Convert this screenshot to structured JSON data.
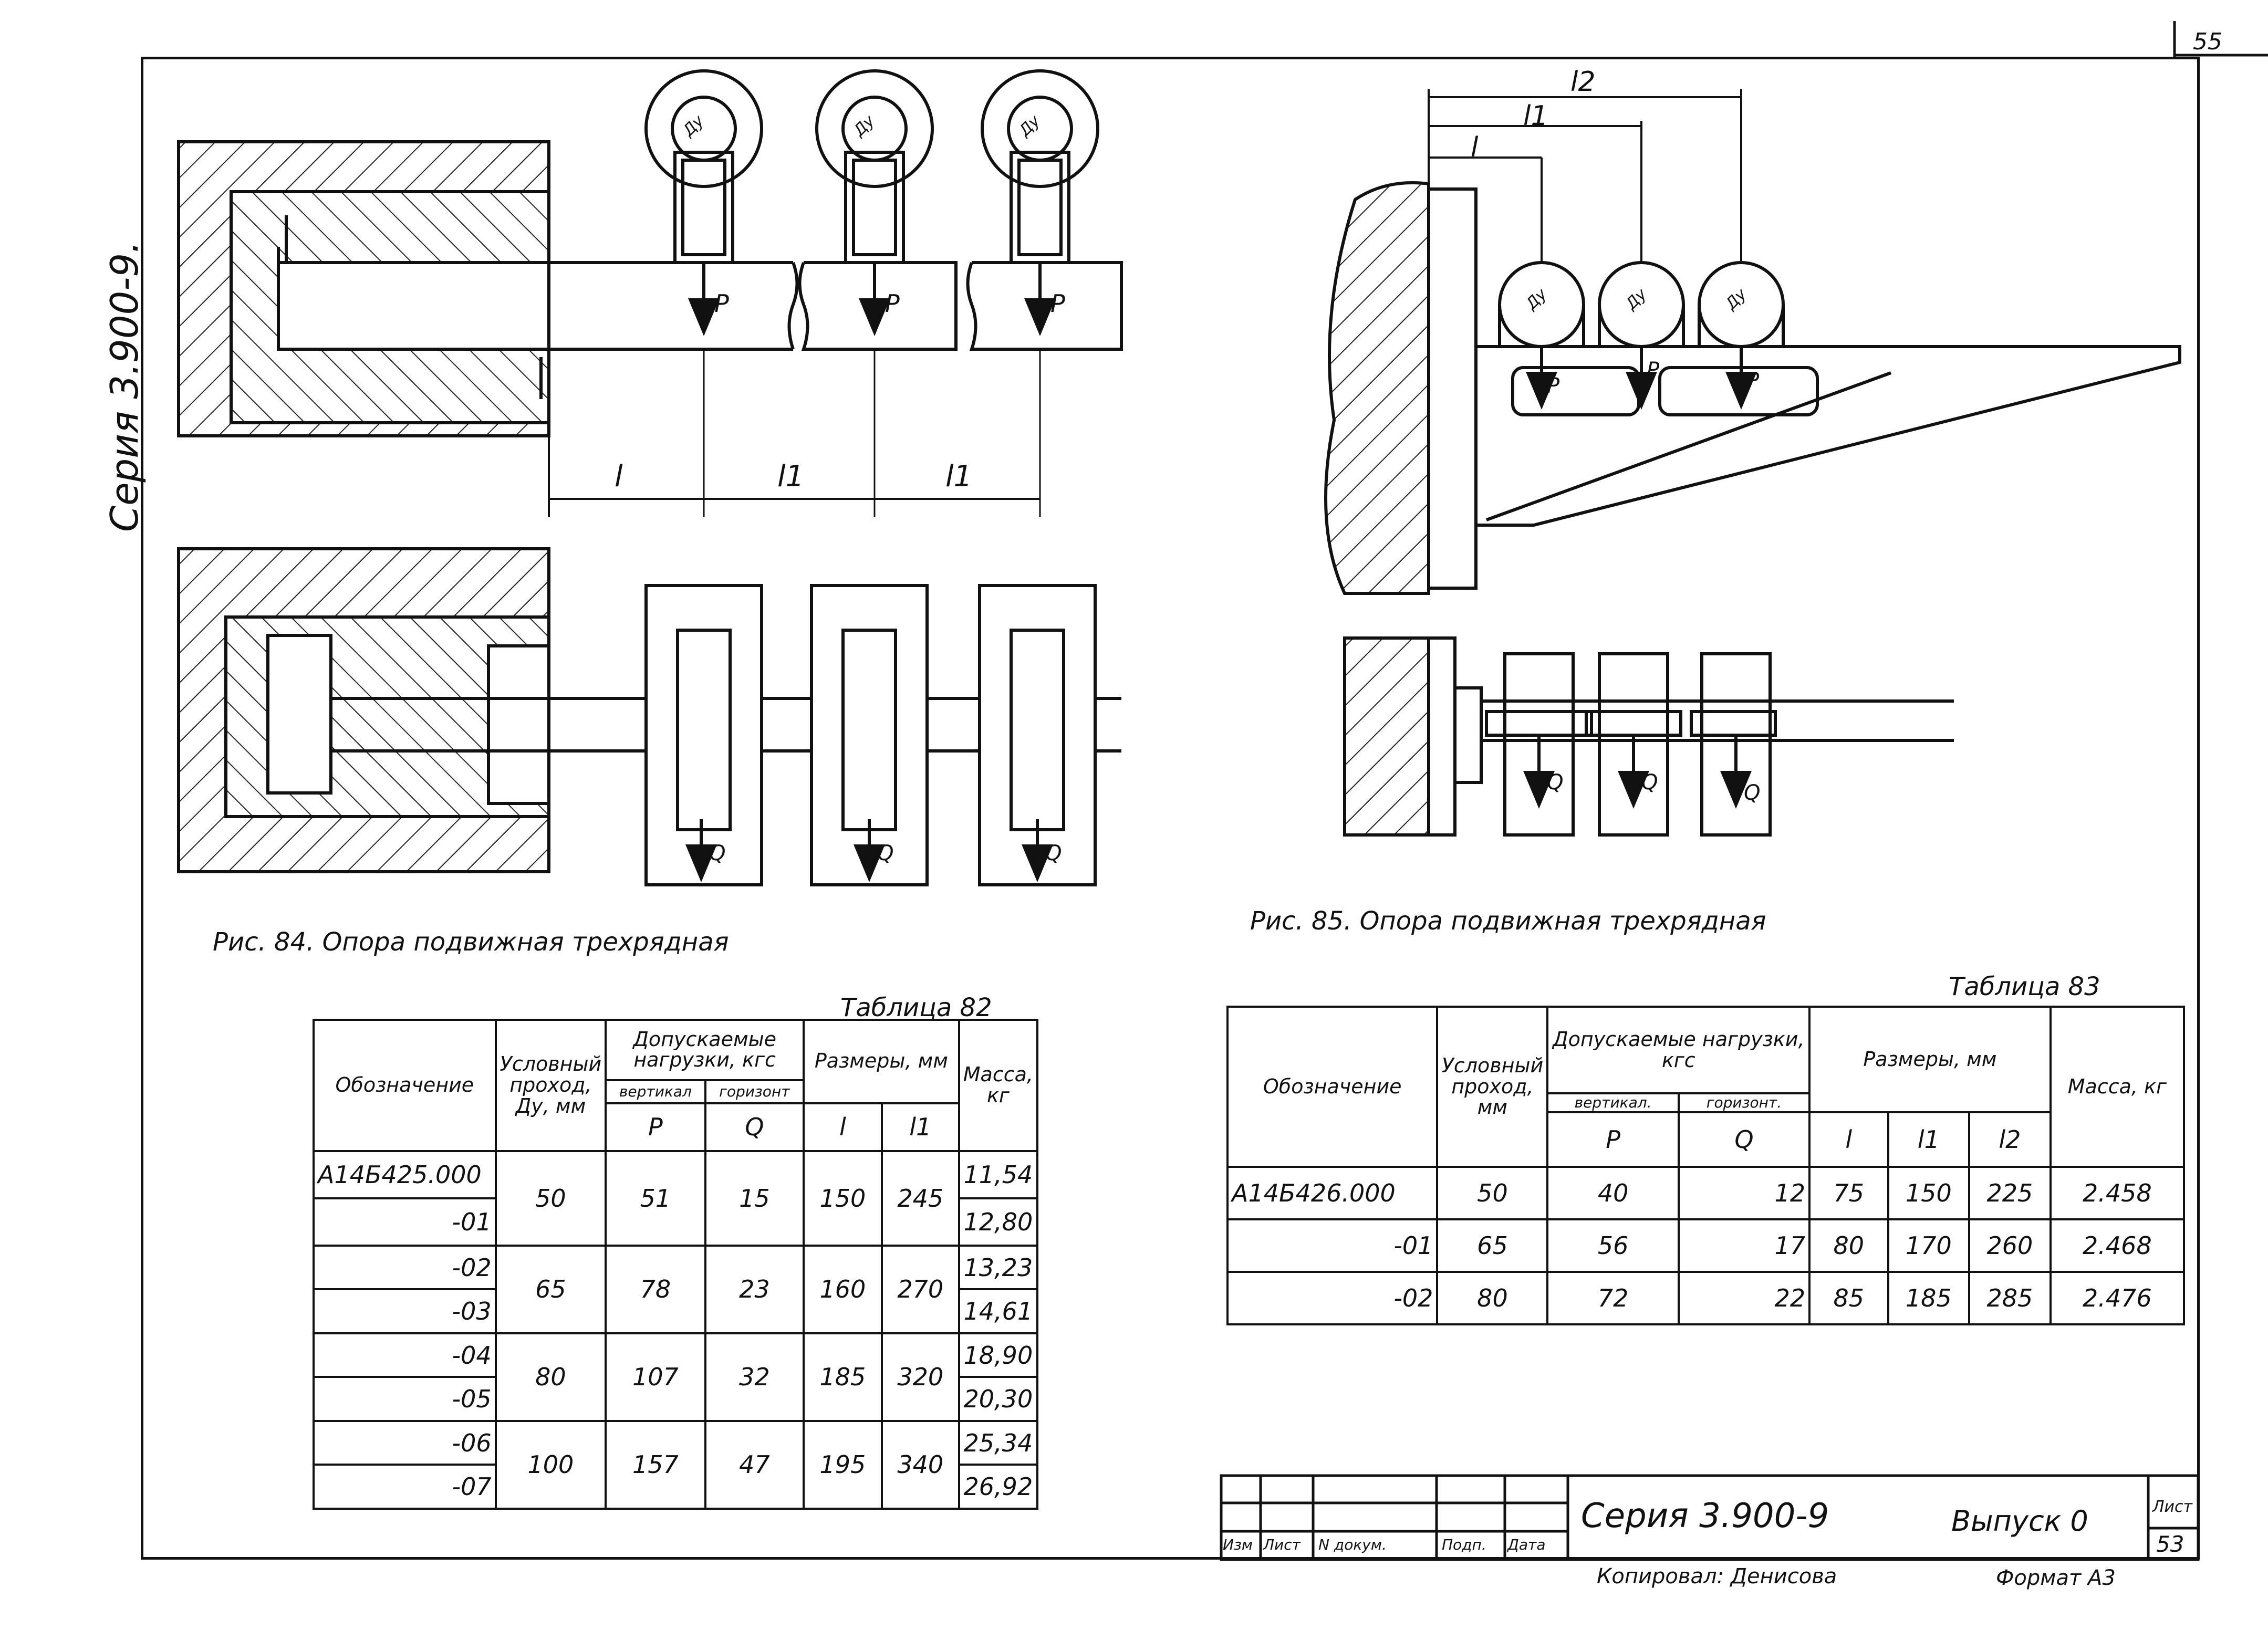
{
  "sheet_number_top": "55",
  "side_title": "Серия 3.900-9.",
  "labels": {
    "dy": "Ду",
    "p": "P",
    "q": "Q",
    "l": "l",
    "l1": "l1",
    "l2": "l2"
  },
  "fig84_caption": "Рис. 84. Опора подвижная трехрядная",
  "fig85_caption": "Рис. 85. Опора подвижная трехрядная",
  "table82": {
    "title": "Таблица 82",
    "headers": {
      "designation": "Обозначение",
      "nominal": "Условный проход, Ду, мм",
      "loads": "Допускаемые нагрузки, кгс",
      "vertical": "вертикал",
      "horizontal": "горизонт",
      "p": "P",
      "q": "Q",
      "dims": "Размеры, мм",
      "l": "l",
      "l1": "l1",
      "mass": "Масса, кг"
    },
    "designations": [
      "А14Б425.000",
      "-01",
      "-02",
      "-03",
      "-04",
      "-05",
      "-06",
      "-07"
    ],
    "masses": [
      "11,54",
      "12,80",
      "13,23",
      "14,61",
      "18,90",
      "20,30",
      "25,34",
      "26,92"
    ],
    "groups": [
      {
        "dy": "50",
        "p": "51",
        "q": "15",
        "l": "150",
        "l1": "245"
      },
      {
        "dy": "65",
        "p": "78",
        "q": "23",
        "l": "160",
        "l1": "270"
      },
      {
        "dy": "80",
        "p": "107",
        "q": "32",
        "l": "185",
        "l1": "320"
      },
      {
        "dy": "100",
        "p": "157",
        "q": "47",
        "l": "195",
        "l1": "340"
      }
    ]
  },
  "table83": {
    "title": "Таблица 83",
    "headers": {
      "designation": "Обозначение",
      "nominal": "Условный проход, мм",
      "loads": "Допускаемые нагрузки, кгс",
      "vertical": "вертикал.",
      "horizontal": "горизонт.",
      "p": "P",
      "q": "Q",
      "dims": "Размеры, мм",
      "l": "l",
      "l1": "l1",
      "l2": "l2",
      "mass": "Масса, кг"
    },
    "rows": [
      {
        "designation": "А14Б426.000",
        "dy": "50",
        "p": "40",
        "q": "12",
        "l": "75",
        "l1": "150",
        "l2": "225",
        "mass": "2.458"
      },
      {
        "designation": "-01",
        "dy": "65",
        "p": "56",
        "q": "17",
        "l": "80",
        "l1": "170",
        "l2": "260",
        "mass": "2.468"
      },
      {
        "designation": "-02",
        "dy": "80",
        "p": "72",
        "q": "22",
        "l": "85",
        "l1": "185",
        "l2": "285",
        "mass": "2.476"
      }
    ]
  },
  "title_block": {
    "series": "Серия 3.900-9",
    "issue": "Выпуск 0",
    "sheet_label": "Лист",
    "sheet_number": "53",
    "cols": [
      "Изм",
      "Лист",
      "N докум.",
      "Подп.",
      "Дата"
    ]
  },
  "footer": {
    "copied": "Копировал: Денисова",
    "format": "Формат А3"
  }
}
